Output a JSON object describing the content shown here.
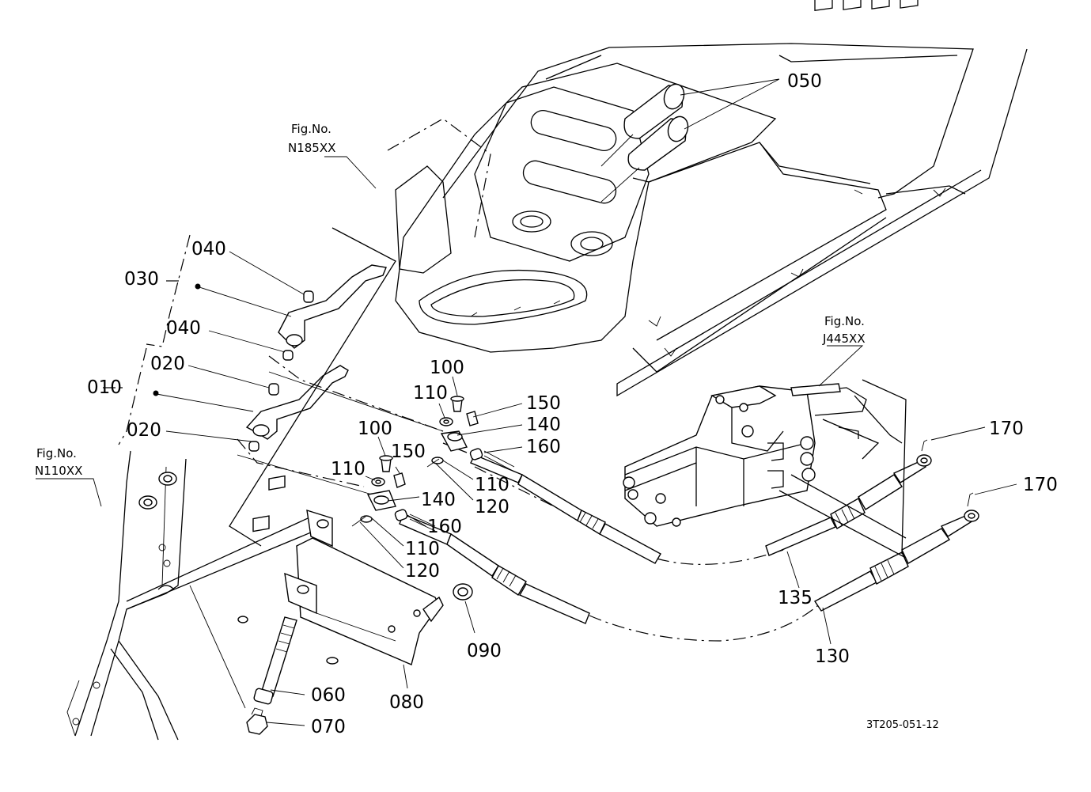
{
  "diagram": {
    "part_labels": {
      "p050": "050",
      "p040a": "040",
      "p030": "030",
      "p040b": "040",
      "p020a": "020",
      "p010": "010",
      "p020b": "020",
      "p100a": "100",
      "p110a": "110",
      "p150a": "150",
      "p140a": "140",
      "p160a": "160",
      "p110b": "110",
      "p120a": "120",
      "p100b": "100",
      "p150b": "150",
      "p110c": "110",
      "p140b": "140",
      "p160b": "160",
      "p110d": "110",
      "p120b": "120",
      "p090": "090",
      "p080": "080",
      "p060": "060",
      "p070": "070",
      "p170a": "170",
      "p170b": "170",
      "p135": "135",
      "p130": "130"
    },
    "figure_refs": {
      "n185": {
        "line1": "Fig.No.",
        "line2": "N185XX"
      },
      "j445": {
        "line1": "Fig.No.",
        "line2": "J445XX"
      },
      "n110": {
        "line1": "Fig.No.",
        "line2": "N110XX"
      }
    },
    "drawing_code": "3T205-051-12"
  }
}
